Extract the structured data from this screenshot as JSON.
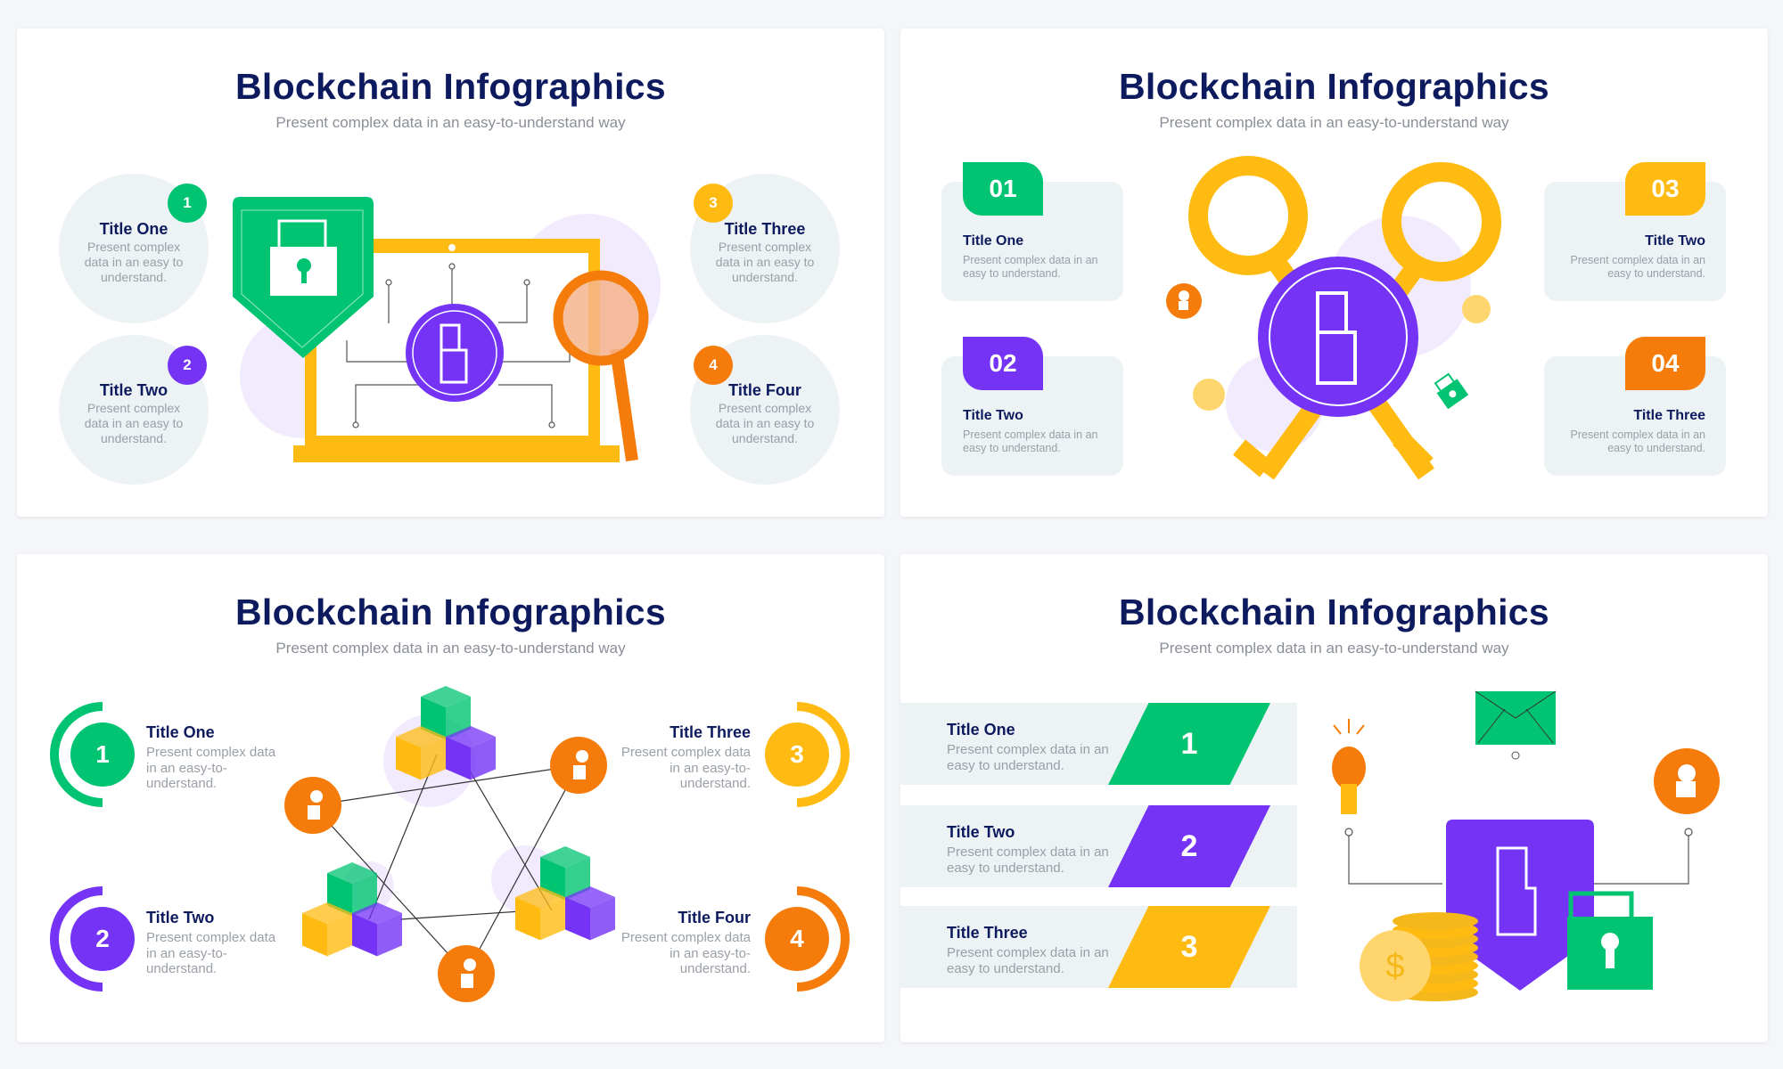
{
  "colors": {
    "green": "#00c472",
    "purple": "#7433f5",
    "yellow": "#ffbb12",
    "orange": "#f57c0a",
    "navy": "#0d1b5e",
    "panel": "#edf2f5",
    "lavender": "#f1ebfd"
  },
  "slides": [
    {
      "title": "Blockchain Infographics",
      "subtitle": "Present complex data in an easy-to-understand way",
      "items": [
        {
          "num": "1",
          "title": "Title One",
          "desc": "Present complex data in an easy to understand."
        },
        {
          "num": "2",
          "title": "Title Two",
          "desc": "Present complex data in an easy to understand."
        },
        {
          "num": "3",
          "title": "Title Three",
          "desc": "Present complex data in an easy to understand."
        },
        {
          "num": "4",
          "title": "Title Four",
          "desc": "Present complex data in an easy to understand."
        }
      ]
    },
    {
      "title": "Blockchain Infographics",
      "subtitle": "Present complex data in an easy-to-understand way",
      "items": [
        {
          "num": "01",
          "title": "Title One",
          "desc": "Present complex data in an easy to understand."
        },
        {
          "num": "02",
          "title": "Title Two",
          "desc": "Present complex data in an easy to understand."
        },
        {
          "num": "03",
          "title": "Title Two",
          "desc": "Present complex data in an easy to understand."
        },
        {
          "num": "04",
          "title": "Title Three",
          "desc": "Present complex data in an easy to understand."
        }
      ]
    },
    {
      "title": "Blockchain Infographics",
      "subtitle": "Present complex data in an easy-to-understand way",
      "items": [
        {
          "num": "1",
          "title": "Title One",
          "desc": "Present complex data in an easy-to-understand."
        },
        {
          "num": "2",
          "title": "Title Two",
          "desc": "Present complex data in an easy-to-understand."
        },
        {
          "num": "3",
          "title": "Title Three",
          "desc": "Present complex data in an easy-to-understand."
        },
        {
          "num": "4",
          "title": "Title Four",
          "desc": "Present complex data in an easy-to-understand."
        }
      ]
    },
    {
      "title": "Blockchain Infographics",
      "subtitle": "Present complex data in an easy-to-understand way",
      "items": [
        {
          "num": "1",
          "title": "Title One",
          "desc": "Present complex data in an easy to understand."
        },
        {
          "num": "2",
          "title": "Title Two",
          "desc": "Present complex data in an easy to understand."
        },
        {
          "num": "3",
          "title": "Title Three",
          "desc": "Present complex data in an easy to understand."
        }
      ]
    }
  ]
}
